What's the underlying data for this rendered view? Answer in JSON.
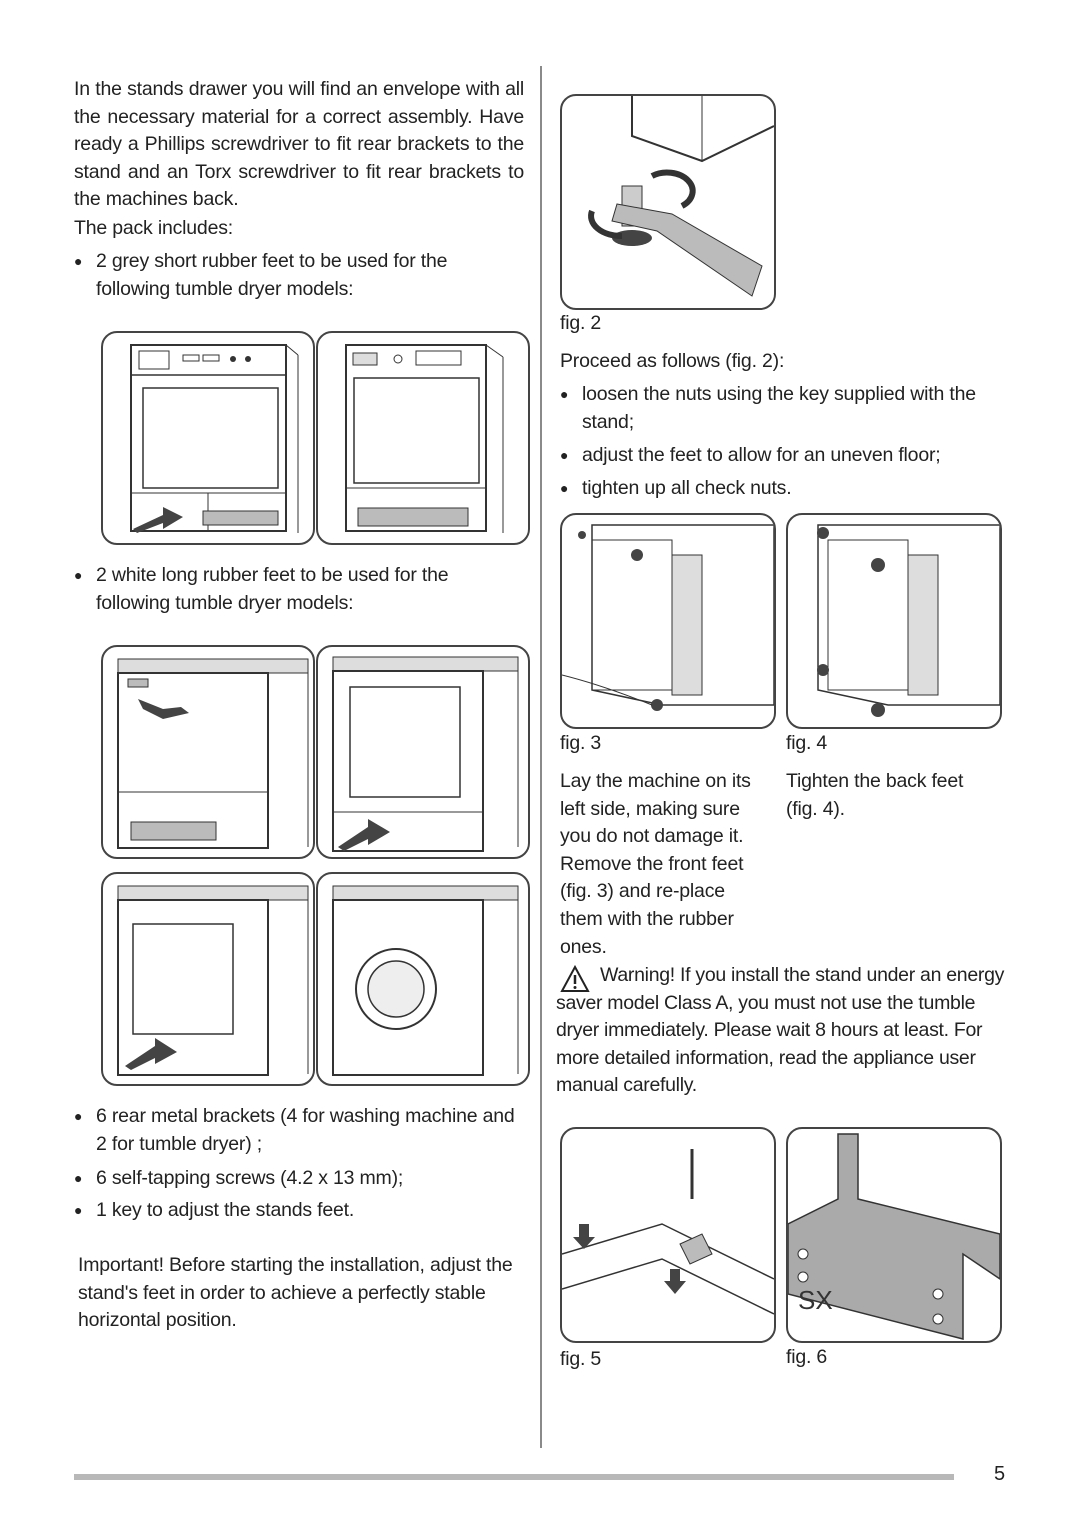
{
  "left_column": {
    "intro": "In the stands drawer you will find an envelope with all the necessary material for a correct assembly. Have ready a Phillips screwdriver to fit rear brackets to the stand and an Torx screwdriver to fit rear brackets to the machines back.",
    "pack_includes": "The pack includes:",
    "bullet_grey_feet": "2 grey short rubber feet to be used for the following tumble dryer models:",
    "bullet_white_feet": "2 white long rubber feet to be used for the following tumble dryer models:",
    "bullet_brackets": "6 rear metal brackets (4 for washing machine and 2 for tumble dryer) ;",
    "bullet_screws": "6 self-tapping screws (4.2 x 13 mm);",
    "bullet_key": "1 key to adjust the stands feet.",
    "important_label": "Important!",
    "important_text": " Before starting the installation, adjust the stand's feet in order to achieve a perfectly stable horizontal position.",
    "bullet_symbol": "●"
  },
  "right_column": {
    "fig2_caption": "fig. 2",
    "proceed": "Proceed as follows (fig. 2):",
    "step1": "loosen the nuts using the key supplied with the stand;",
    "step2": "adjust the feet to allow for an uneven floor;",
    "step3": "tighten up all check nuts.",
    "fig3_caption": "fig. 3",
    "fig4_caption": "fig. 4",
    "fig3_text": "Lay the machine on its left side, making sure you do not damage it. Remove the front feet (fig. 3) and re-place them with the rubber ones.",
    "fig4_text": "Tighten the back feet (fig. 4).",
    "warning": "Warning! If you install the stand under an energy saver model Class A, you must not use the tumble dryer immediately. Please wait 8 hours at least. For more detailed information, read the appliance user manual carefully.",
    "fig5_caption": "fig. 5",
    "fig6_caption": "fig. 6",
    "bracket_mark": "SX"
  },
  "footer": {
    "page_number": "5"
  }
}
